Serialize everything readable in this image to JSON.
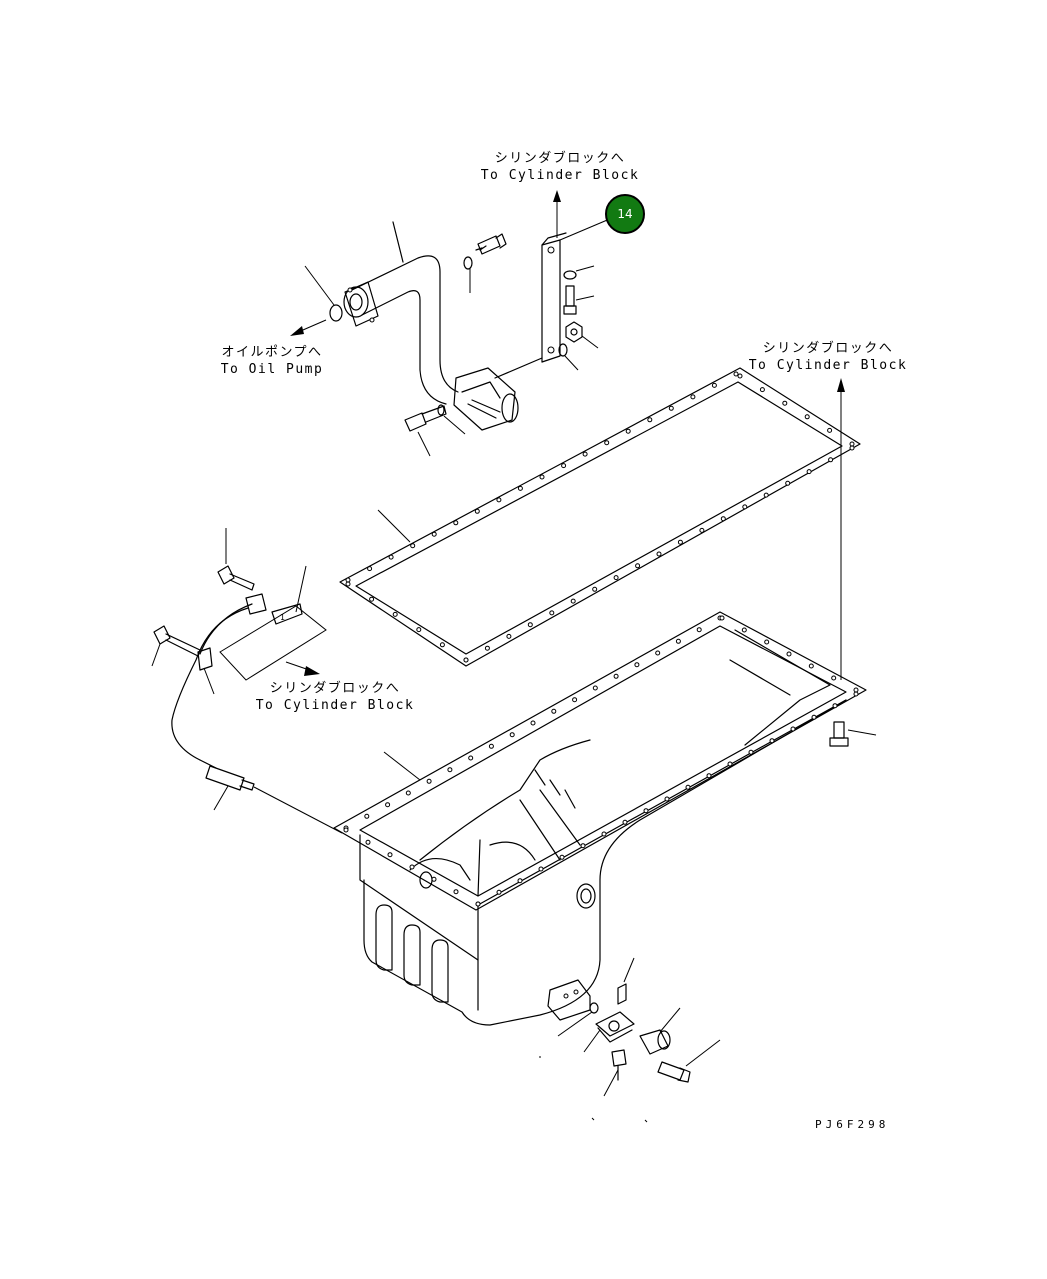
{
  "labels": {
    "top_bracket": {
      "jp": "シリンダブロックへ",
      "en": "To Cylinder Block"
    },
    "right_pan": {
      "jp": "シリンダブロックへ",
      "en": "To Cylinder Block"
    },
    "oil_pump": {
      "jp": "オイルポンプへ",
      "en": "To Oil Pump"
    },
    "sensor": {
      "jp": "シリンダブロックへ",
      "en": "To Cylinder Block"
    }
  },
  "callout": {
    "number": "14",
    "color": "#127a12"
  },
  "drawing_code": "PJ6F298"
}
